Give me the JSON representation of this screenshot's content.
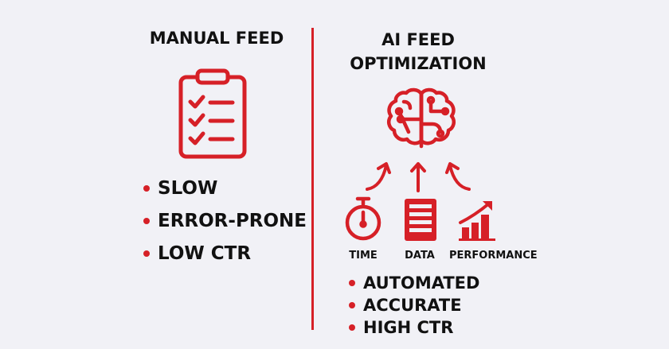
{
  "colors": {
    "accent": "#d62027",
    "background": "#f1f1f6",
    "text": "#111111"
  },
  "left": {
    "title": "MANUAL FEED",
    "icon": "clipboard-checklist-icon",
    "bullets": [
      "SLOW",
      "ERROR-PRONE",
      "LOW CTR"
    ]
  },
  "right": {
    "title_line1": "AI FEED",
    "title_line2": "OPTIMIZATION",
    "icon": "brain-circuit-icon",
    "inputs": [
      {
        "label": "TIME",
        "icon": "stopwatch-icon"
      },
      {
        "label": "DATA",
        "icon": "database-icon"
      },
      {
        "label": "PERFORMANCE",
        "icon": "growth-chart-icon"
      }
    ],
    "bullets": [
      "AUTOMATED",
      "ACCURATE",
      "HIGH CTR"
    ]
  }
}
